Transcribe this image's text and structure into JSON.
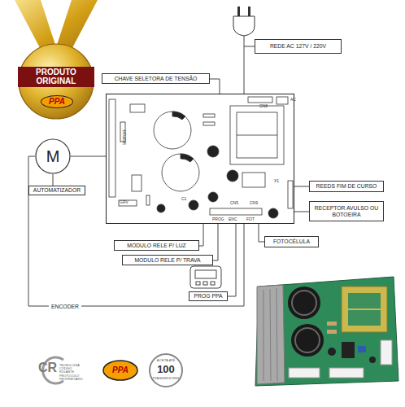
{
  "diagram": {
    "nodes": [
      {
        "text": [
          "PRODUTO ORIGINAL",
          "PPA"
        ]
      },
      {
        "text": [
          "REDE AC 127V / 220V"
        ]
      },
      {
        "text": [
          "CHAVE SELETORA DE TENSÃO"
        ]
      },
      {
        "text": [
          "MOTOR",
          "CN8",
          "AC",
          "C1",
          "X1",
          "GRV",
          "CN5",
          "CN9",
          "PROG",
          "ENC",
          "FOT"
        ]
      },
      {
        "text": [
          "M"
        ]
      },
      {
        "text": [
          "AUTOMATIZADOR"
        ]
      },
      {
        "text": [
          "REEDS FIM DE CURSO"
        ]
      },
      {
        "text": [
          "RECEPTOR AVULSO OU BOTOEIRA"
        ]
      },
      {
        "text": [
          "FOTOCÉLULA"
        ]
      },
      {
        "text": [
          "MODULO RELE P/ LUZ"
        ]
      },
      {
        "text": [
          "MODULO RELE P/ TRAVA"
        ]
      },
      {
        "text": [
          "PROG PPA"
        ]
      }
    ],
    "edges": [
      {
        "from": 1,
        "to": 3,
        "arrow": "none"
      },
      {
        "from": 2,
        "to": 3,
        "arrow": "none"
      },
      {
        "from": 4,
        "to": 3,
        "arrow": "none"
      },
      {
        "from": 4,
        "to": 5,
        "arrow": "none"
      },
      {
        "from": 6,
        "to": 3,
        "arrow": "none"
      },
      {
        "from": 7,
        "to": 3,
        "arrow": "none"
      },
      {
        "from": 8,
        "to": 3,
        "arrow": "none"
      },
      {
        "from": 9,
        "to": 3,
        "arrow": "none"
      },
      {
        "from": 10,
        "to": 3,
        "arrow": "none"
      },
      {
        "from": 11,
        "to": 3,
        "arrow": "none"
      },
      {
        "from": 4,
        "to": 3,
        "label": "ENCODER",
        "arrow": "none"
      }
    ],
    "labels": [
      "CR",
      "TECNOLOGIA CÓDIGO ROLANTE PROTOCOLO PROPRIETÁRIO",
      "PPA",
      "ACEITA ATÉ",
      "100",
      "TRANSMISSORES"
    ]
  }
}
